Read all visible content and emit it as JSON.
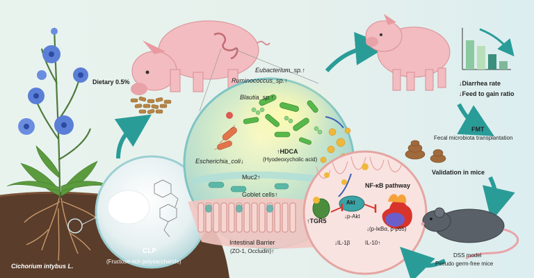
{
  "plant": {
    "name": "Cichorium intybus L."
  },
  "clp": {
    "abbr": "CLP",
    "full": "(Fructose-rich polysaccharide)"
  },
  "diet": {
    "label": "Dietary 0.5%"
  },
  "bacteria": {
    "eubacterium": "Eubacterium_sp.",
    "ruminococcus": "Ruminococcus_sp.",
    "blautia": "Blautia_sp.",
    "escherichia": "Escherichia_coli",
    "up_arrow": "↑",
    "down_arrow": "↓"
  },
  "hdca": {
    "abbr": "HDCA",
    "full": "(Hyodeoxycholic acid)"
  },
  "gut": {
    "muc2": "Muc2",
    "goblet": "Goblet cells",
    "barrier": "Intestinal Barrier",
    "barrier_markers": "(ZO-1, Occludin)"
  },
  "pathway": {
    "tgr5": "TGR5",
    "akt": "Akt",
    "p_akt": "p-Akt",
    "nfkb": "NF-κB pathway",
    "markers": "(p-IκBα, p-p65)",
    "il1b": "IL-1β",
    "il10": "IL-10"
  },
  "outcomes": {
    "diarrhea": "Diarrhea rate",
    "feed": "Feed to gain ratio"
  },
  "fmt": {
    "abbr": "FMT",
    "full": "Fecal microbiota transplantation"
  },
  "validation": {
    "label": "Validation in mice"
  },
  "mouse": {
    "model": "DSS model",
    "germfree": "Pseudo germ-free mice"
  },
  "colors": {
    "soil": "#5a3d2b",
    "teal_arrow": "#2a9c98",
    "flower": "#5b7fd6",
    "pig": "#f2bcc0",
    "bacteria_green": "#58b74a",
    "bile_acid": "#f0b83a",
    "nfkb_red": "#d8342b",
    "mouse": "#5a6068"
  }
}
